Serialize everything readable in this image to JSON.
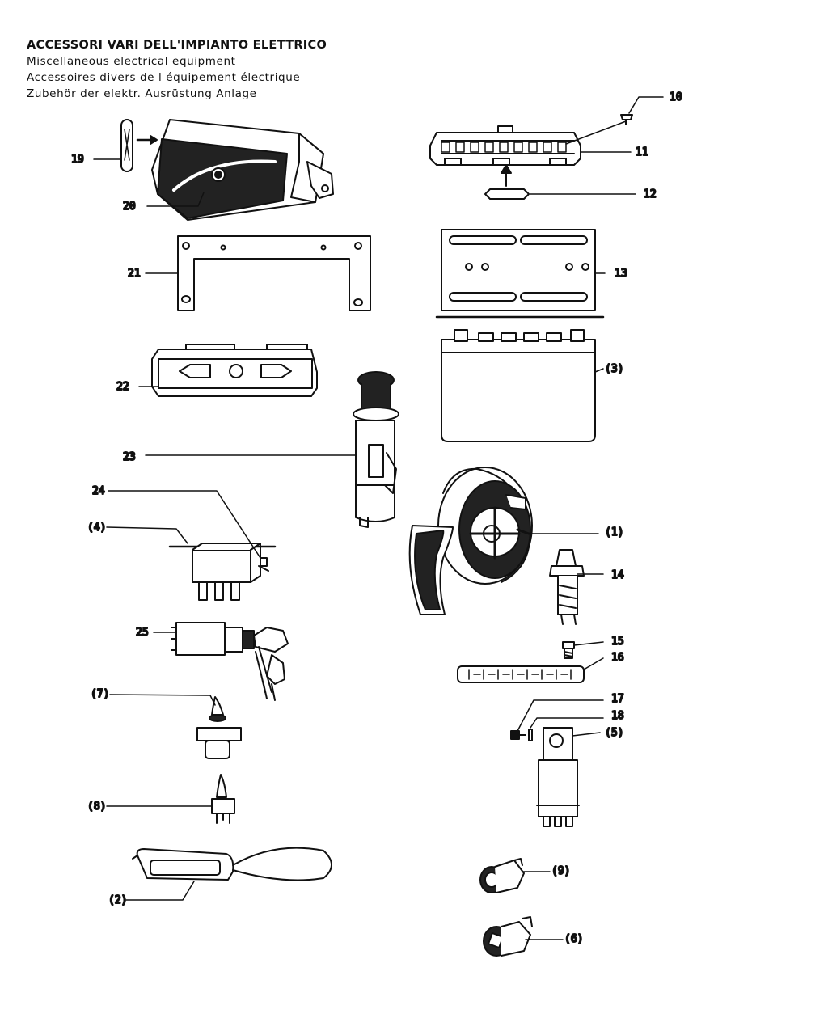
{
  "header": {
    "title_it": "ACCESSORI VARI DELL'IMPIANTO ELETTRICO",
    "title_en": "Miscellaneous electrical equipment",
    "title_fr": "Accessoires divers de l équipement électrique",
    "title_de": "Zubehör der elektr. Ausrüstung Anlage"
  },
  "callouts": {
    "c1": "(1)",
    "c2": "(2)",
    "c3": "(3)",
    "c4": "(4)",
    "c5": "(5)",
    "c6": "(6)",
    "c7": "(7)",
    "c8": "(8)",
    "c9": "(9)",
    "c10": "10",
    "c11": "11",
    "c12": "12",
    "c13": "13",
    "c14": "14",
    "c15": "15",
    "c16": "16",
    "c17": "17",
    "c18": "18",
    "c19": "19",
    "c20": "20",
    "c21": "21",
    "c22": "22",
    "c23": "23",
    "c24": "24",
    "c25": "25"
  }
}
